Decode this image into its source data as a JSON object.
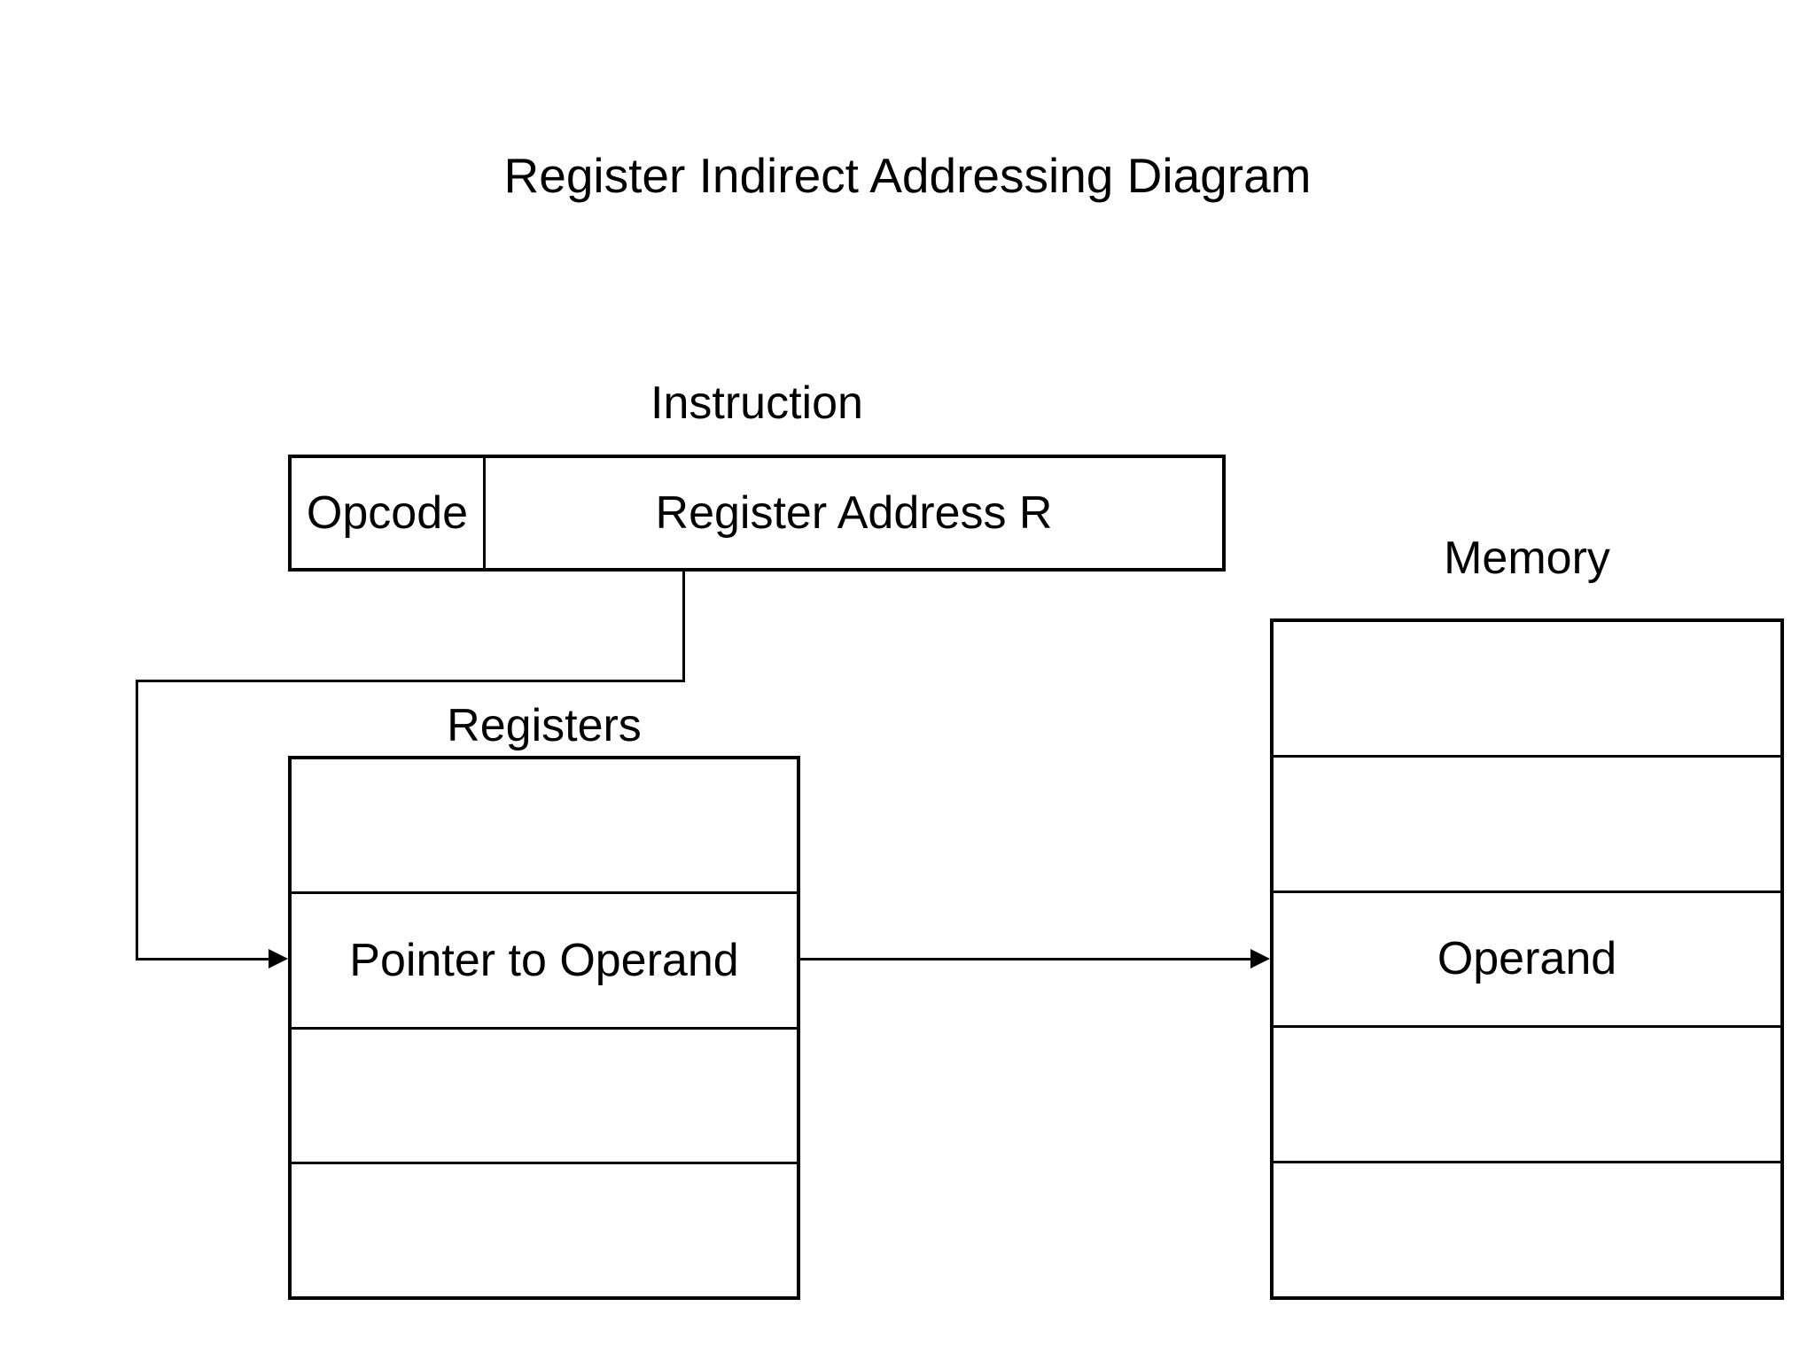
{
  "title": "Register Indirect Addressing Diagram",
  "instruction": {
    "label": "Instruction",
    "opcode": "Opcode",
    "register_address": "Register Address R"
  },
  "registers": {
    "label": "Registers",
    "rows": [
      "",
      "Pointer to Operand",
      "",
      ""
    ]
  },
  "memory": {
    "label": "Memory",
    "rows": [
      "",
      "",
      "Operand",
      "",
      ""
    ]
  },
  "colors": {
    "line": "#000000",
    "text": "#000000",
    "background": "#ffffff"
  }
}
